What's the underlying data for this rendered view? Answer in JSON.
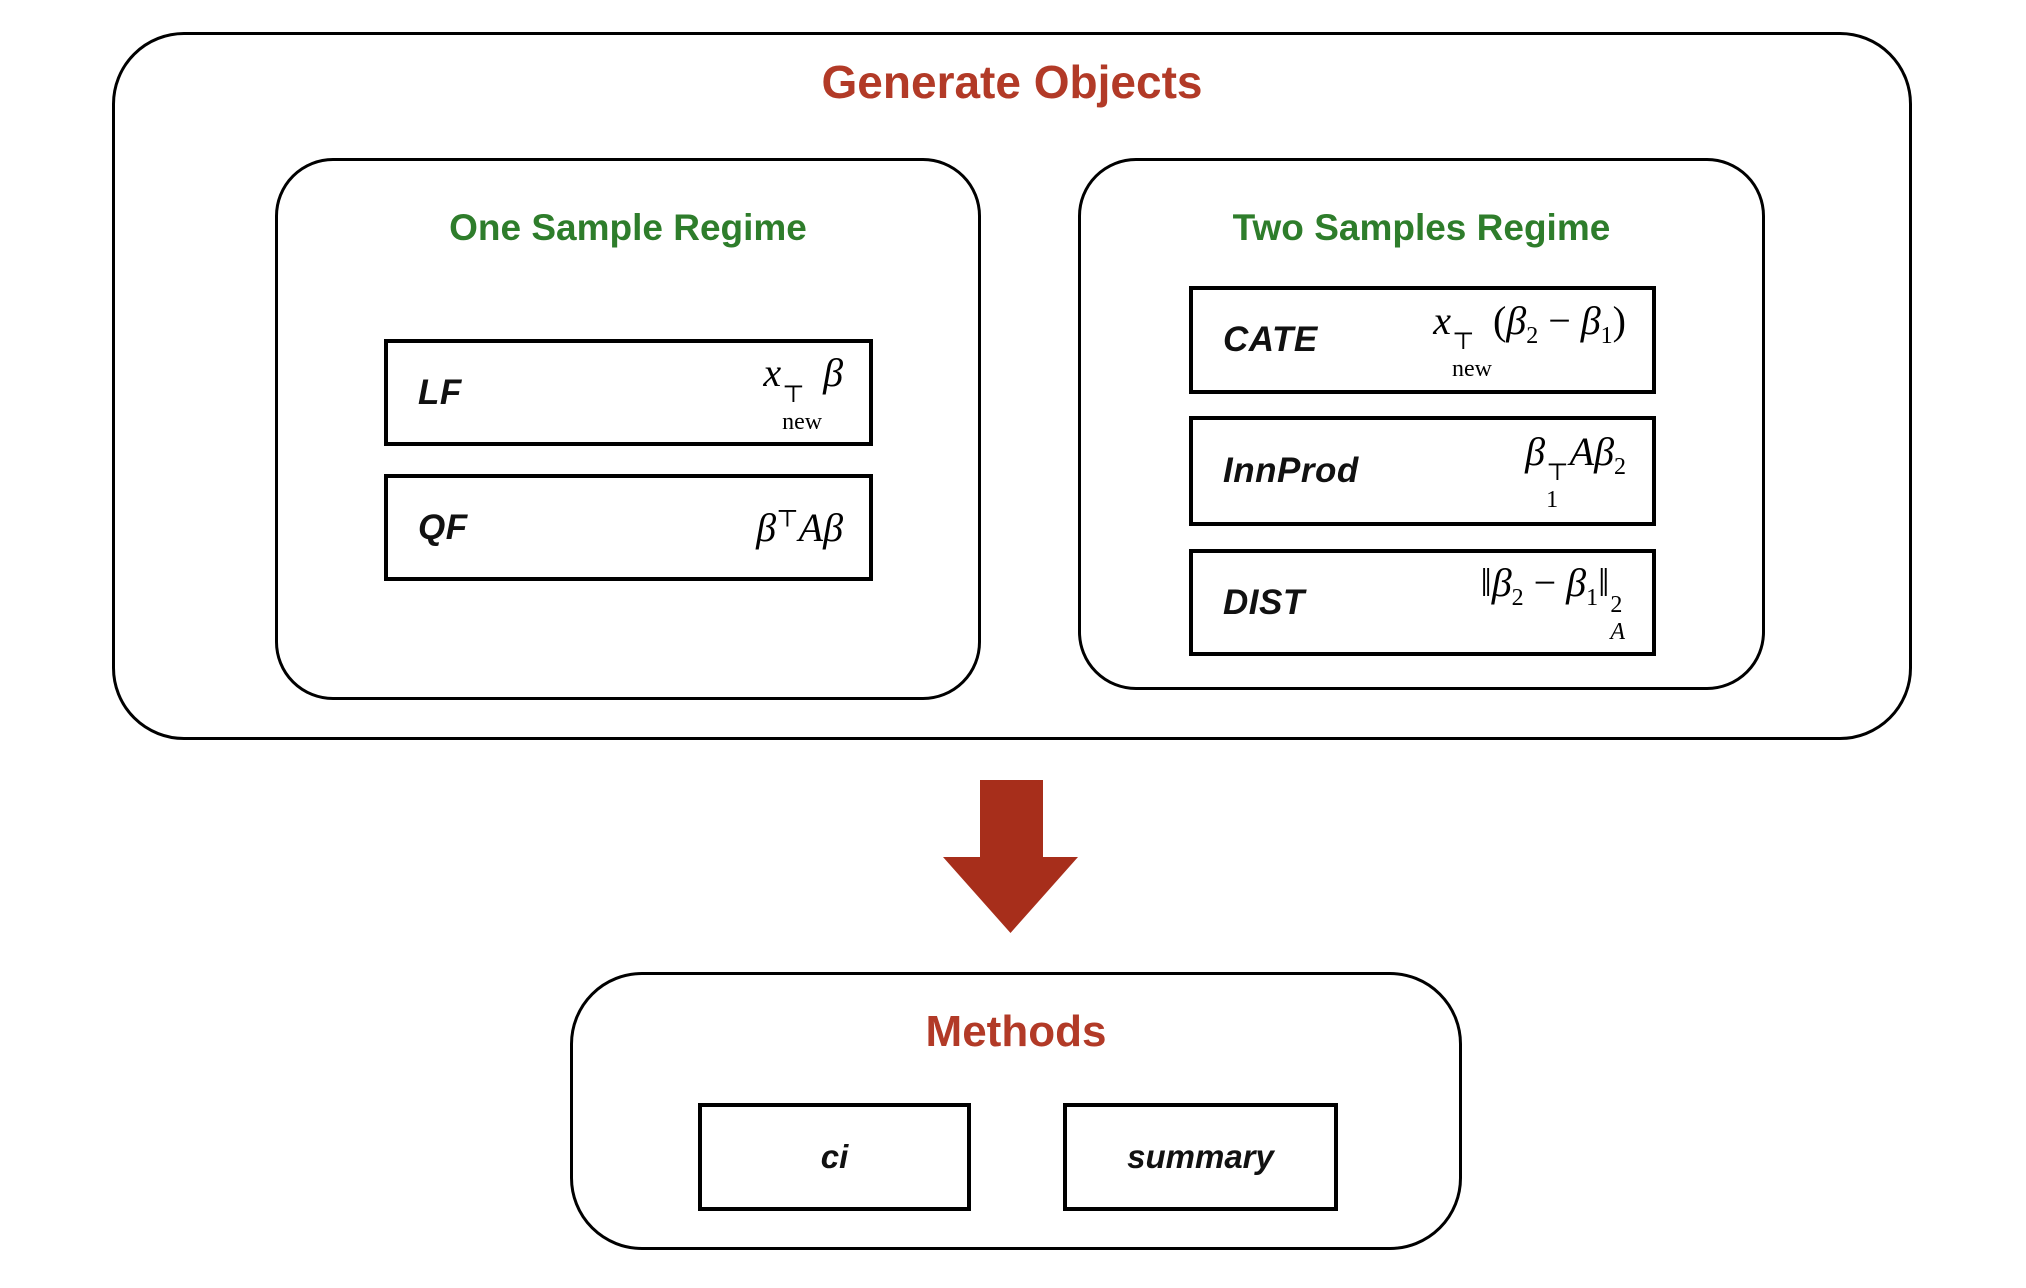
{
  "colors": {
    "title_red": "#B23A27",
    "arrow_red": "#A72E1B",
    "header_green": "#2E7D2B",
    "line_black": "#000000"
  },
  "generate_objects": {
    "title": "Generate Objects",
    "one_sample": {
      "title": "One Sample Regime",
      "rows": [
        {
          "label": "LF",
          "formula_plain": "x_new^T β",
          "formula": [
            {
              "t": "i",
              "v": "x"
            },
            {
              "t": "ss",
              "sup": "⊤",
              "sub": "new"
            },
            {
              "t": "i",
              "v": "β"
            }
          ]
        },
        {
          "label": "QF",
          "formula_plain": "β^T A β",
          "formula": [
            {
              "t": "i",
              "v": "β"
            },
            {
              "t": "sup",
              "v": "⊤"
            },
            {
              "t": "i",
              "v": "Aβ"
            }
          ]
        }
      ]
    },
    "two_samples": {
      "title": "Two Samples Regime",
      "rows": [
        {
          "label": "CATE",
          "formula_plain": "x_new^T (β_2 − β_1)",
          "formula": [
            {
              "t": "i",
              "v": "x"
            },
            {
              "t": "ss",
              "sup": "⊤",
              "sub": "new"
            },
            {
              "t": "n",
              "v": "("
            },
            {
              "t": "i",
              "v": "β"
            },
            {
              "t": "sub",
              "v": "2"
            },
            {
              "t": "n",
              "v": " − "
            },
            {
              "t": "i",
              "v": "β"
            },
            {
              "t": "sub",
              "v": "1"
            },
            {
              "t": "n",
              "v": ")"
            }
          ]
        },
        {
          "label": "InnProd",
          "formula_plain": "β_1^T A β_2",
          "formula": [
            {
              "t": "i",
              "v": "β"
            },
            {
              "t": "ss",
              "sup": "⊤",
              "sub": "1"
            },
            {
              "t": "i",
              "v": "A"
            },
            {
              "t": "i",
              "v": "β"
            },
            {
              "t": "sub",
              "v": "2"
            }
          ]
        },
        {
          "label": "DIST",
          "formula_plain": "‖β_2 − β_1‖_A^2",
          "formula": [
            {
              "t": "n",
              "v": "‖"
            },
            {
              "t": "i",
              "v": "β"
            },
            {
              "t": "sub",
              "v": "2"
            },
            {
              "t": "n",
              "v": " − "
            },
            {
              "t": "i",
              "v": "β"
            },
            {
              "t": "sub",
              "v": "1"
            },
            {
              "t": "n",
              "v": "‖"
            },
            {
              "t": "ss",
              "sup": "2",
              "sub": "A",
              "bi": true
            }
          ]
        }
      ]
    }
  },
  "methods": {
    "title": "Methods",
    "items": [
      {
        "label": "ci"
      },
      {
        "label": "summary"
      }
    ]
  }
}
